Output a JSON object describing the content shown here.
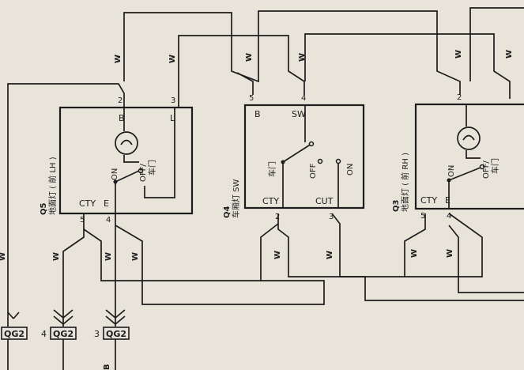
{
  "wire_color": "W",
  "components": {
    "q5": {
      "ref": "Q5",
      "name": "地面灯 ( 前 LH )",
      "pins": {
        "p2": "2",
        "p3": "3",
        "p4": "4",
        "p5": "5"
      },
      "terms": {
        "b": "B",
        "l": "L",
        "cty": "CTY",
        "e": "E"
      },
      "sw": {
        "on": "ON",
        "off": "OFF/",
        "door": "车门"
      }
    },
    "q4": {
      "ref": "Q4",
      "name": "车厢灯 SW",
      "pins": {
        "p5": "5",
        "p4": "4",
        "p2": "2",
        "p3": "3"
      },
      "terms": {
        "b": "B",
        "sw": "SW",
        "cty": "CTY",
        "cut": "CUT"
      },
      "sw": {
        "door": "车门",
        "off": "OFF",
        "on": "ON"
      }
    },
    "q3": {
      "ref": "Q3",
      "name": "地面灯 ( 前 RH )",
      "pins": {
        "p2": "2",
        "p5": "5",
        "p4": "4"
      },
      "terms": {
        "cty": "CTY",
        "e": "E"
      },
      "sw": {
        "on": "ON",
        "off": "OFF/",
        "door": "车门"
      }
    }
  },
  "connectors": [
    {
      "id": "QG2",
      "pin": ""
    },
    {
      "id": "QG2",
      "pin": "4"
    },
    {
      "id": "QG2",
      "pin": "3"
    }
  ],
  "edge_marks": {
    "b": "B"
  }
}
